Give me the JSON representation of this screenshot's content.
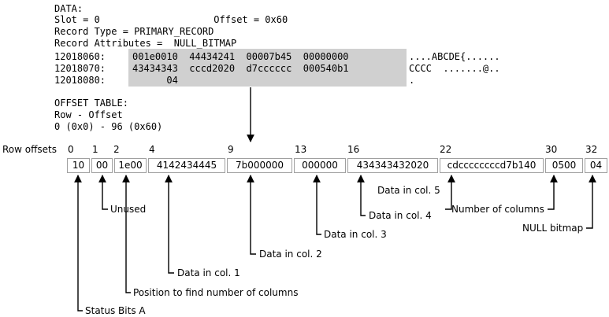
{
  "dump": {
    "header": "DATA:",
    "slot_line": "Slot = 0                    Offset = 0x60",
    "record_type_line": "Record Type = PRIMARY_RECORD",
    "record_attr_line": "Record Attributes =  NULL_BITMAP",
    "rows": [
      {
        "addr": "12018060:",
        "hex": "001e0010  44434241  00007b45  00000000",
        "ascii": "....ABCDE{......"
      },
      {
        "addr": "12018070:",
        "hex": "43434343  cccd2020  d7cccccc  000540b1",
        "ascii": "CCCC  .......@.."
      },
      {
        "addr": "12018080:",
        "hex": "      04",
        "ascii": "."
      }
    ]
  },
  "offset_table": {
    "header": "OFFSET TABLE:",
    "columns_line": "Row - Offset",
    "entry_line": "0 (0x0) - 96 (0x60)"
  },
  "row": {
    "label": "Row offsets",
    "offsets": [
      "0",
      "1",
      "2",
      "4",
      "9",
      "13",
      "16",
      "22",
      "30",
      "32"
    ],
    "cells": [
      "10",
      "00",
      "1e00",
      "4142434445",
      "7b000000",
      "000000",
      "434343432020",
      "cdccccccccd7b140",
      "0500",
      "04"
    ]
  },
  "annotations": {
    "status_bits": "Status Bits A",
    "position": "Position to find number of columns",
    "unused": "Unused",
    "col1": "Data in col. 1",
    "col2": "Data in col. 2",
    "col3": "Data in col. 3",
    "col4": "Data in col. 4",
    "col5": "Data in col. 5",
    "num_columns": "Number of columns",
    "null_bitmap": "NULL bitmap"
  }
}
